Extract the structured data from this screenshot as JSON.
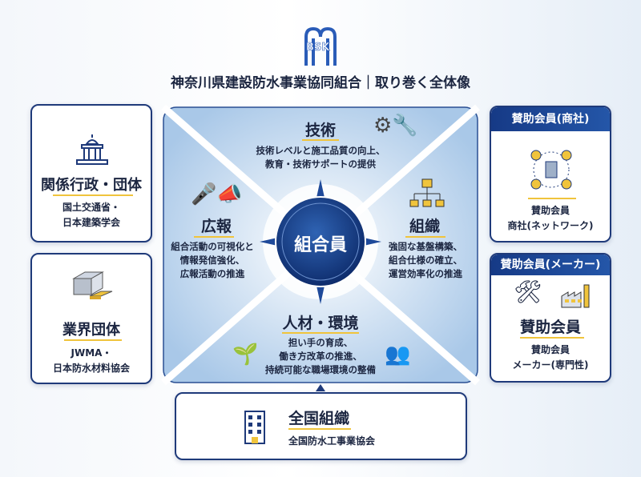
{
  "logo": {
    "text": "BSK"
  },
  "title": "神奈川県建設防水事業協同組合｜取り巻く全体像",
  "left": [
    {
      "title": "関係行政・団体",
      "lines": [
        "国土交通省・",
        "日本建築学会"
      ],
      "icon": "government-building-icon"
    },
    {
      "title": "業界団体",
      "lines": [
        "JWMA・",
        "日本防水材料協会"
      ],
      "icon": "material-stack-icon"
    }
  ],
  "right": [
    {
      "header": "賛助会員(商社)",
      "lines": [
        "賛助会員",
        "商社(ネットワーク)"
      ],
      "icon": "network-icon"
    },
    {
      "header": "賛助会員(メーカー)",
      "title": "賛助会員",
      "lines": [
        "賛助会員",
        "メーカー(専門性)"
      ],
      "icon": "tools-factory-icon"
    }
  ],
  "center": {
    "core": "組合員",
    "top": {
      "title": "技術",
      "lines": [
        "技術レベルと施工品質の向上、",
        "教育・技術サポートの提供"
      ]
    },
    "left": {
      "title": "広報",
      "lines": [
        "組合活動の可視化と",
        "情報発信強化、",
        "広報活動の推進"
      ]
    },
    "right": {
      "title": "組織",
      "lines": [
        "強固な基盤構築、",
        "組合仕様の確立、",
        "運営効率化の推進"
      ]
    },
    "bottom": {
      "title": "人材・環境",
      "lines": [
        "担い手の育成、",
        "働き方改革の推進、",
        "持続可能な職場環境の整備"
      ]
    }
  },
  "bottom": {
    "title": "全国組織",
    "subtitle": "全国防水工事業協会"
  },
  "colors": {
    "navy": "#1f3a7a",
    "accent": "#f0c43c"
  }
}
